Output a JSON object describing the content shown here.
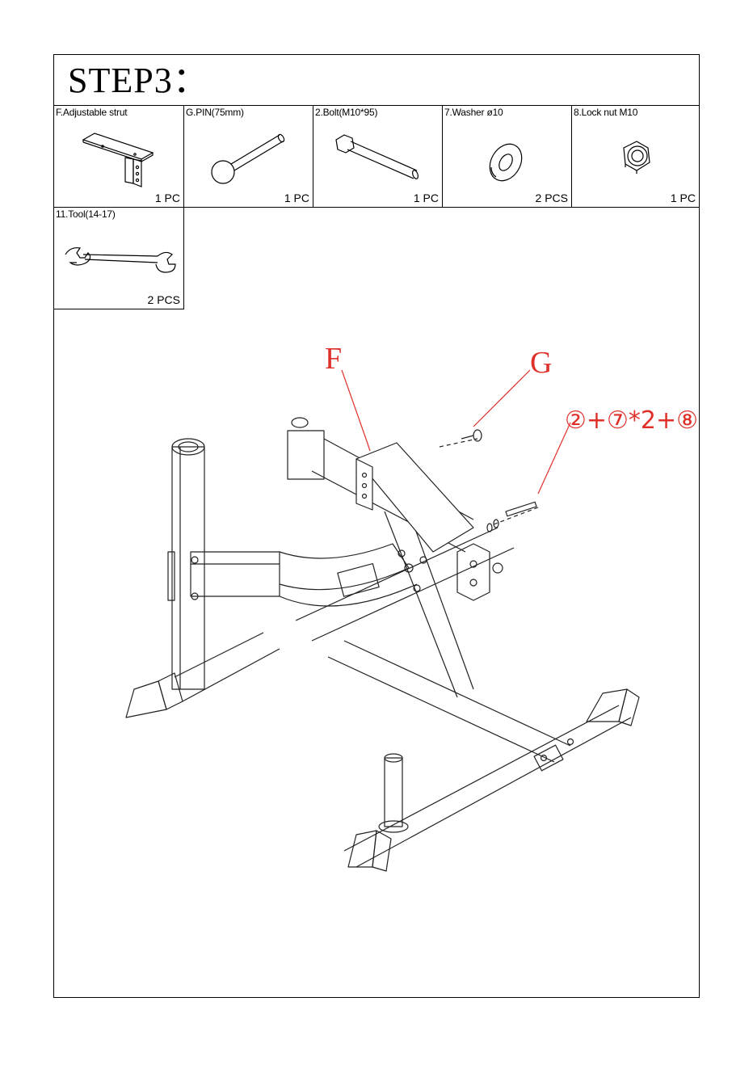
{
  "step_title": "STEP3：",
  "parts": [
    {
      "name": "F.Adjustable strut",
      "qty": "1 PC",
      "icon": "adjustable-strut-icon"
    },
    {
      "name": "G.PIN(75mm)",
      "qty": "1 PC",
      "icon": "pin-icon"
    },
    {
      "name": "2.Bolt(M10*95)",
      "qty": "1 PC",
      "icon": "bolt-icon"
    },
    {
      "name": "7.Washer ø10",
      "qty": "2 PCS",
      "icon": "washer-icon"
    },
    {
      "name": "8.Lock nut M10",
      "qty": "1 PC",
      "icon": "lock-nut-icon"
    },
    {
      "name": "11.Tool(14-17)",
      "qty": "2 PCS",
      "icon": "wrench-icon"
    }
  ],
  "callouts": {
    "f": "F",
    "g": "G",
    "hardware": "②+⑦*2+⑧"
  },
  "colors": {
    "callout": "#e0302a",
    "line": "#000000"
  }
}
